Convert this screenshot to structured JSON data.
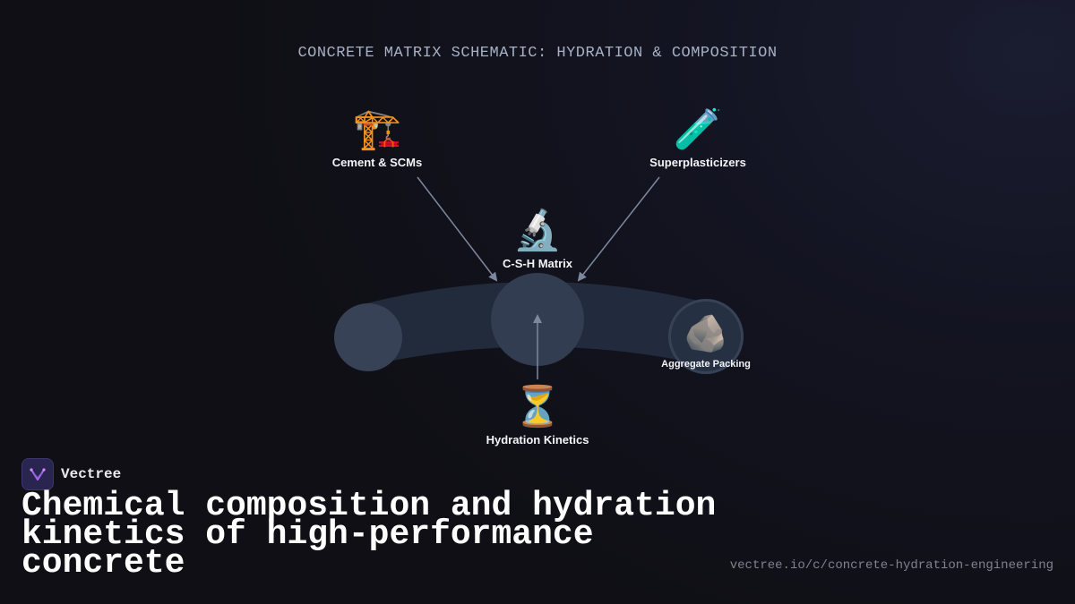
{
  "diagram": {
    "title": "CONCRETE MATRIX SCHEMATIC: HYDRATION & COMPOSITION",
    "nodes": {
      "cement": {
        "label": "Cement & SCMs",
        "icon": "🏗️"
      },
      "superplasticizers": {
        "label": "Superplasticizers",
        "icon": "🧪"
      },
      "csh_matrix": {
        "label": "C-S-H Matrix",
        "icon": "🔬"
      },
      "aggregate": {
        "label": "Aggregate Packing",
        "icon": "🪨"
      },
      "hydration": {
        "label": "Hydration Kinetics",
        "icon": "⏳"
      }
    },
    "edges": [
      {
        "from": "Cement & SCMs",
        "to": "C-S-H Matrix"
      },
      {
        "from": "Superplasticizers",
        "to": "C-S-H Matrix"
      },
      {
        "from": "Hydration Kinetics",
        "to": "C-S-H Matrix"
      }
    ]
  },
  "brand": {
    "name": "Vectree"
  },
  "headline": "Chemical composition and hydration kinetics of high-performance concrete",
  "url": "vectree.io/c/concrete-hydration-engineering"
}
